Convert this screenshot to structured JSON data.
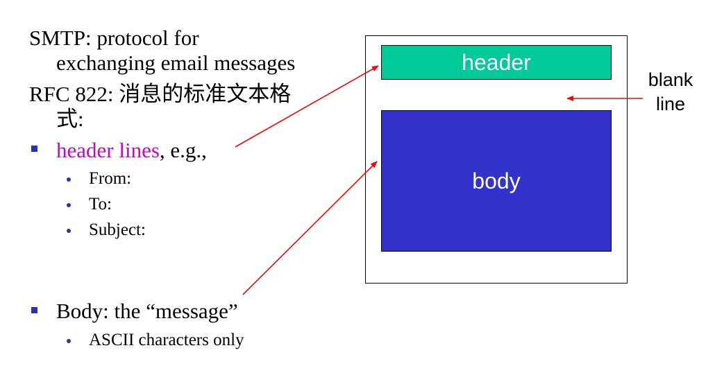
{
  "left_text": {
    "smtp_line1": "SMTP: protocol for",
    "smtp_line2": "exchanging email messages",
    "rfc_line1": "RFC 822: 消息的标准文本格",
    "rfc_line2": "式:",
    "header_lines_highlight": "header lines",
    "header_lines_rest": ", e.g.,",
    "header_fields": [
      "From:",
      "To:",
      "Subject:"
    ],
    "body_bullet": "Body: the “message”",
    "body_sub": "ASCII characters only"
  },
  "diagram": {
    "header_label": "header",
    "body_label": "body",
    "blank_line_label": "blank line"
  },
  "colors": {
    "highlight_text": "#cc00cc",
    "bullet": "#2633b8",
    "header_fill": "#00c99a",
    "body_fill": "#3333cc",
    "arrow": "#ff0000"
  }
}
